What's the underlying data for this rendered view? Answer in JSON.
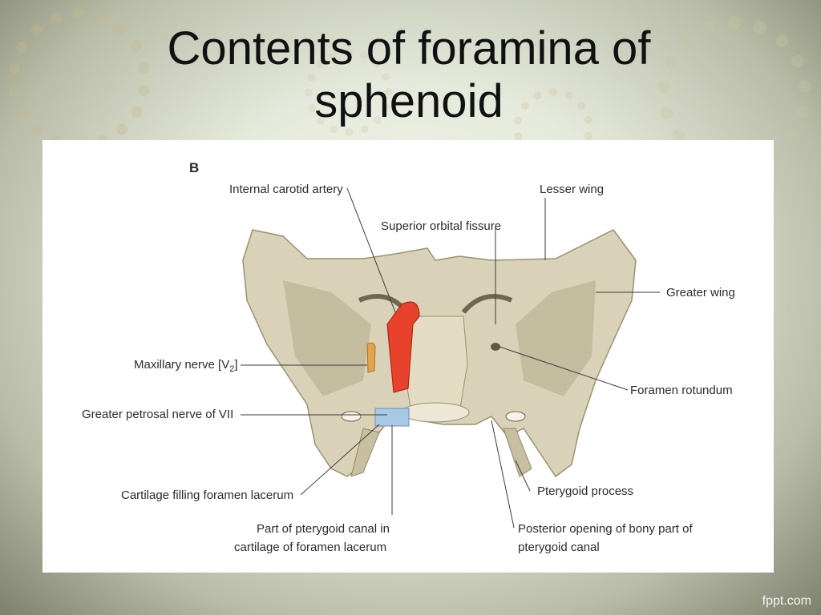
{
  "slide": {
    "title": "Contents of foramina of sphenoid",
    "footer": "fppt.com"
  },
  "figure": {
    "panel_letter": "B",
    "labels": {
      "internal_carotid_artery": "Internal carotid artery",
      "lesser_wing": "Lesser wing",
      "superior_orbital_fissure": "Superior orbital fissure",
      "greater_wing": "Greater wing",
      "maxillary_nerve_prefix": "Maxillary nerve [V",
      "maxillary_nerve_sub": "2",
      "maxillary_nerve_suffix": "]",
      "foramen_rotundum": "Foramen rotundum",
      "greater_petrosal_nerve": "Greater petrosal nerve of VII",
      "pterygoid_process": "Pterygoid process",
      "cartilage_filling": "Cartilage filling foramen lacerum",
      "pterygoid_canal_line1": "Part of pterygoid canal in",
      "pterygoid_canal_line2": "cartilage of  foramen lacerum",
      "posterior_opening_line1": "Posterior opening of bony part of",
      "posterior_opening_line2": "pterygoid canal"
    },
    "colors": {
      "bone": "#d9d2b8",
      "bone_shadow": "#b3aa8a",
      "artery": "#e8412c",
      "nerve": "#e0a54a",
      "cartilage": "#a9c8e6"
    }
  }
}
